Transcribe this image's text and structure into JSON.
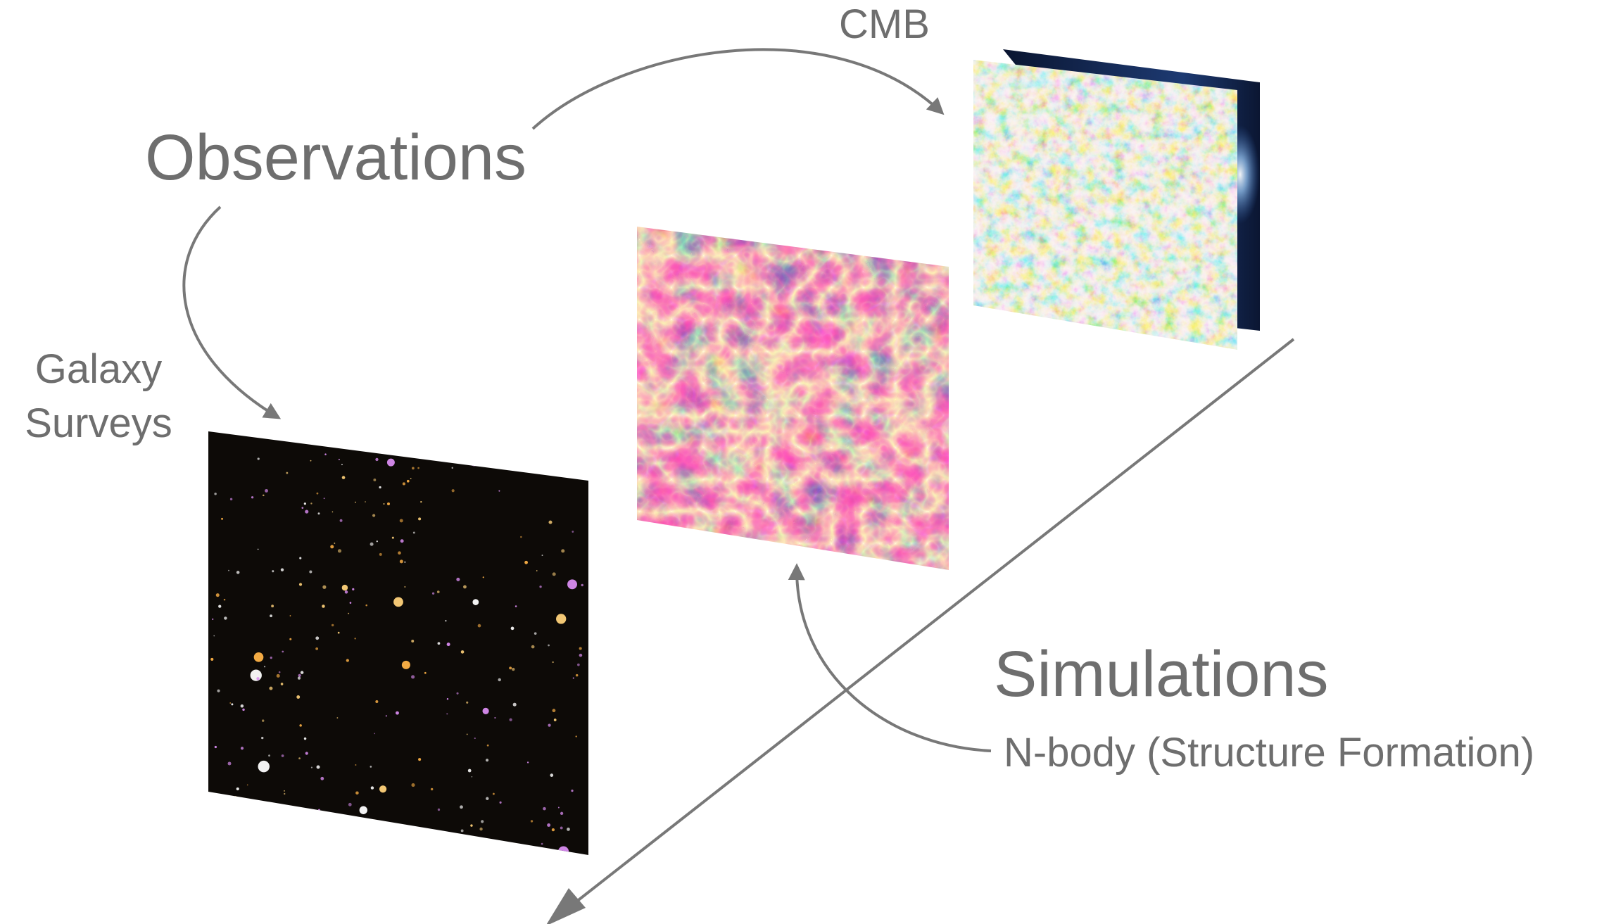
{
  "labels": {
    "observations": "Observations",
    "cmb": "CMB",
    "galaxy_line1": "Galaxy",
    "galaxy_line2": "Surveys",
    "simulations": "Simulations",
    "nbody": "N-body (Structure Formation)"
  },
  "panels": {
    "cmb": {
      "icon": "cmb-map",
      "colors": [
        "#1f5fcf",
        "#5aa6e6",
        "#bfe3df",
        "#f3c27a",
        "#e6812f"
      ]
    },
    "nbody": {
      "icon": "cosmic-web",
      "colors": [
        "#2a1144",
        "#6b2a7d",
        "#c0458c",
        "#f29b6a",
        "#ffe9b0"
      ]
    },
    "galaxy": {
      "icon": "deep-field",
      "colors": [
        "#0b0806",
        "#ffb347",
        "#ffffff",
        "#d98cf0",
        "#ffd27a"
      ]
    }
  },
  "colors": {
    "text": "#6e6e6e",
    "arrow": "#787878"
  }
}
